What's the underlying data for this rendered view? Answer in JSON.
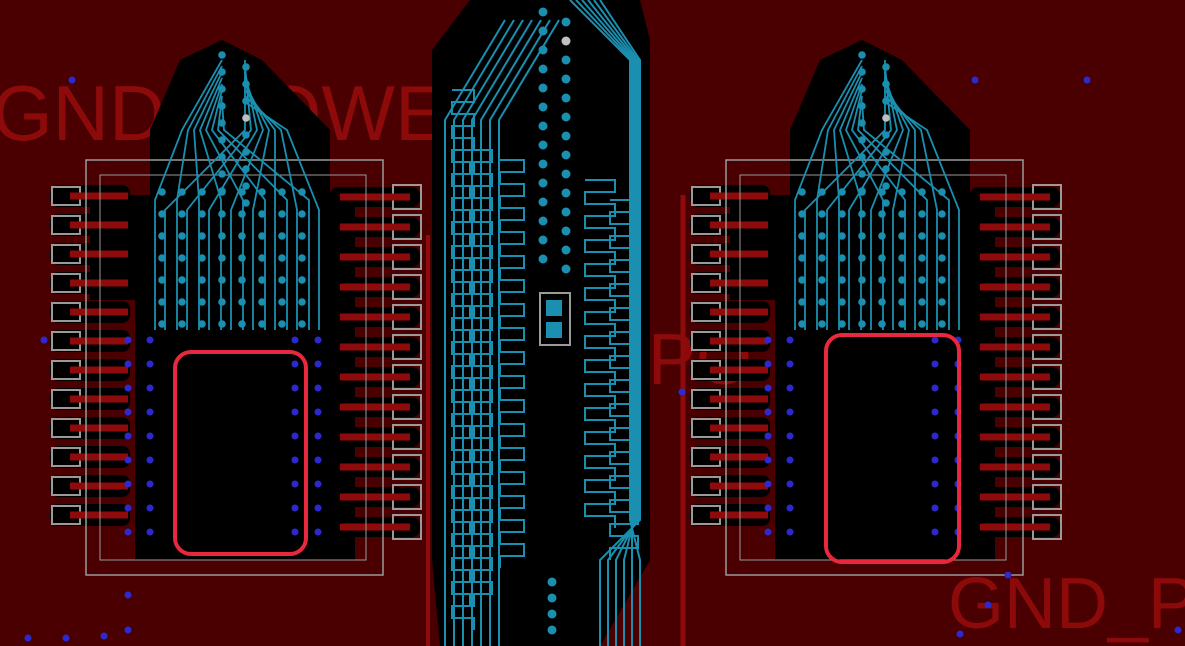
{
  "view": {
    "type": "pcb-layout-editor"
  },
  "net_labels": {
    "gnd_power_left": "GND_POWER",
    "po_center": "PO",
    "gnd_p_right": "GND_P"
  },
  "colors": {
    "board_fill": "#4a0000",
    "copper_pour": "#5a0000",
    "top_copper_trace": "#8f0a0a",
    "inner_signal_trace": "#1a8fb0",
    "via": "#2a2ad0",
    "pad_outline": "#9a9a9a",
    "highlight_box": "#e8283c",
    "clearance": "#000000"
  },
  "icons": [
    "via-icon",
    "pad-icon",
    "selection-highlight-icon"
  ]
}
